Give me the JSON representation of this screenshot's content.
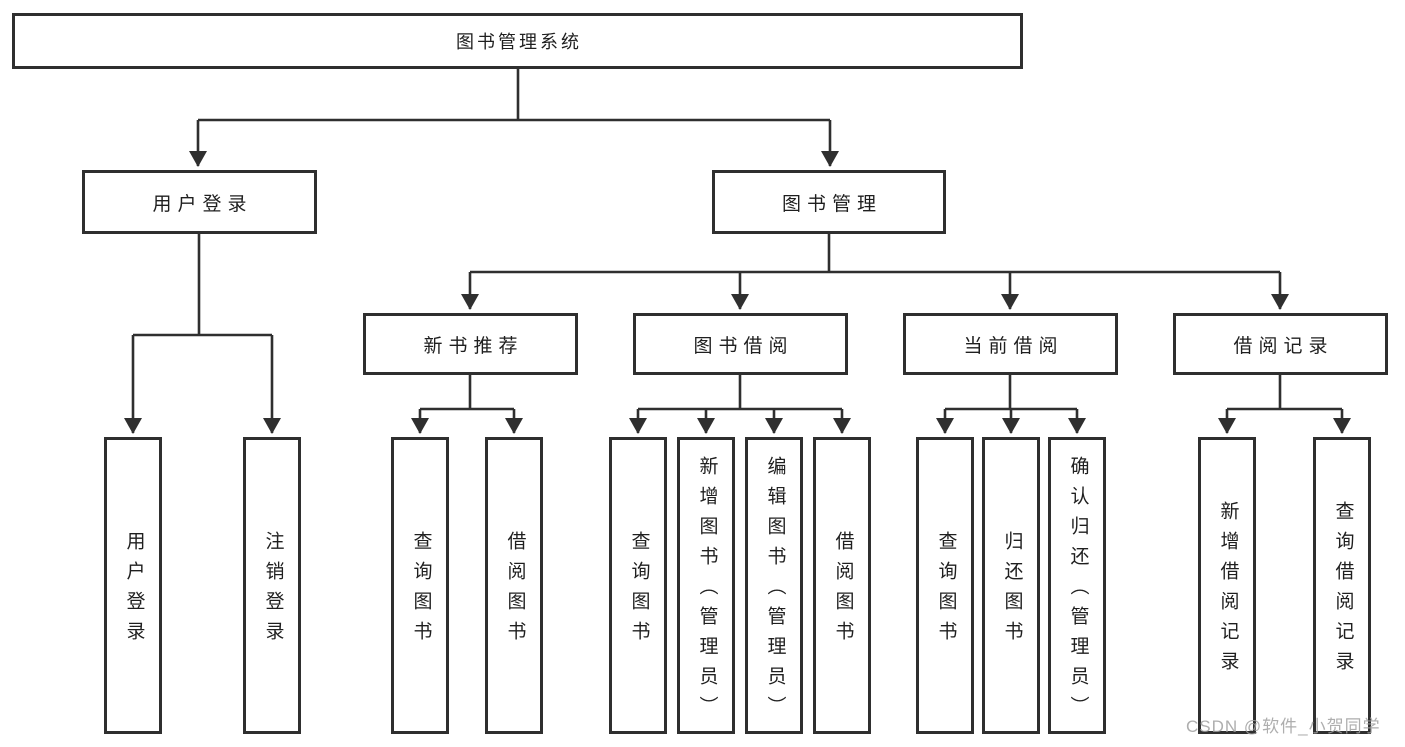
{
  "theme": {
    "background": "#ffffff",
    "line_color": "#2f2f2f",
    "box_border_color": "#2f2f2f",
    "text_color": "#1f1f1f",
    "watermark_color": "#a0a0a0"
  },
  "diagram": {
    "root": {
      "label": "图书管理系统"
    },
    "branches": {
      "user_login": {
        "label": "用户登录",
        "children": [
          "用户登录",
          "注销登录"
        ]
      },
      "book_management": {
        "label": "图书管理"
      }
    },
    "modules": {
      "new_book_recommend": {
        "label": "新书推荐",
        "children": [
          "查询图书",
          "借阅图书"
        ]
      },
      "book_borrow": {
        "label": "图书借阅",
        "children": [
          "查询图书",
          "新增图书（管理员）",
          "编辑图书（管理员）",
          "借阅图书"
        ]
      },
      "current_borrow": {
        "label": "当前借阅",
        "children": [
          "查询图书",
          "归还图书",
          "确认归还（管理员）"
        ]
      },
      "borrow_records": {
        "label": "借阅记录",
        "children": [
          "新增借阅记录",
          "查询借阅记录"
        ]
      }
    }
  },
  "watermark": {
    "text": "CSDN @软件_小贺同学"
  }
}
